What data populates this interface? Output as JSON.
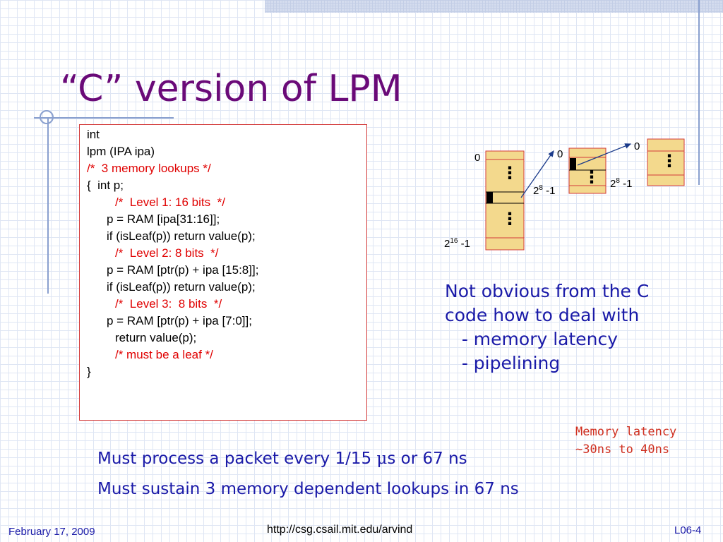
{
  "slide": {
    "title": "“C” version of LPM",
    "code_lines": [
      {
        "text": "int",
        "color": "black",
        "indent": 0
      },
      {
        "text": "lpm (IPA ipa)",
        "color": "black",
        "indent": 0
      },
      {
        "text": "/*  3 memory lookups */",
        "color": "red",
        "indent": 0
      },
      {
        "text": "{  int p;",
        "color": "black",
        "indent": 0
      },
      {
        "text": "/*  Level 1: 16 bits  */",
        "color": "red",
        "indent": 2
      },
      {
        "text": "p = RAM [ipa[31:16]];",
        "color": "black",
        "indent": 1
      },
      {
        "text": "if (isLeaf(p)) return value(p);",
        "color": "black",
        "indent": 1
      },
      {
        "text": "/*  Level 2: 8 bits  */",
        "color": "red",
        "indent": 2
      },
      {
        "text": "p = RAM [ptr(p) + ipa [15:8]];",
        "color": "black",
        "indent": 1
      },
      {
        "text": "if (isLeaf(p)) return value(p);",
        "color": "black",
        "indent": 1
      },
      {
        "text": "/*  Level 3:  8 bits  */",
        "color": "red",
        "indent": 2
      },
      {
        "text": "p = RAM [ptr(p) + ipa [7:0]];",
        "color": "black",
        "indent": 1
      },
      {
        "text": "return value(p);",
        "color": "black",
        "indent": 2
      },
      {
        "text": "/* must be a leaf */",
        "color": "red",
        "indent": 2
      },
      {
        "text": "}",
        "color": "black",
        "indent": 0
      }
    ],
    "note": {
      "line1": "Not obvious from the C",
      "line2": "code how to deal with",
      "line3": "   - memory latency",
      "line4": "   - pipelining"
    },
    "memory_note": {
      "line1": "Memory latency",
      "line2": "~30ns to 40ns"
    },
    "bottom": {
      "line1_prefix": "Must process a packet every 1/15 ",
      "line1_mu": "μ",
      "line1_suffix": "s or 67 ns",
      "line2": "Must sustain 3 memory dependent lookups in 67 ns"
    },
    "footer": {
      "date": "February 17, 2009",
      "url": "http://csg.csail.mit.edu/arvind",
      "page": "L06-4"
    },
    "diagram": {
      "table1_top": "0",
      "table1_bottom_base": "2",
      "table1_bottom_exp": "16",
      "table1_bottom_suffix": " -1",
      "table2_top": "0",
      "table2_bottom_base": "2",
      "table2_bottom_exp": "8",
      "table2_bottom_suffix": " -1",
      "table3_top": "0",
      "table3_bottom_base": "2",
      "table3_bottom_exp": "8",
      "table3_bottom_suffix": " -1",
      "ellipsis": "⋮"
    },
    "colors": {
      "title": "#6a0a78",
      "body_text": "#1a1aa8",
      "code_comment": "#e00000",
      "table_fill": "#f3d98d",
      "table_border": "#d33a3a"
    }
  }
}
